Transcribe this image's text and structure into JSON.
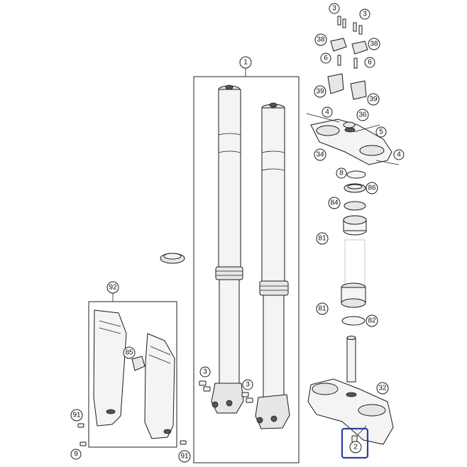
{
  "callouts": {
    "c1": "1",
    "c2": "2",
    "c3a": "3",
    "c3b": "3",
    "c3c": "3",
    "c3d": "3",
    "c4a": "4",
    "c4b": "4",
    "c5": "5",
    "c6a": "6",
    "c6b": "6",
    "c8": "8",
    "c9": "9",
    "c32": "32",
    "c34": "34",
    "c36": "36",
    "c38a": "38",
    "c38b": "38",
    "c39a": "39",
    "c39b": "39",
    "c81a": "81",
    "c81b": "81",
    "c82": "82",
    "c84": "84",
    "c85": "85",
    "c86": "86",
    "c91a": "91",
    "c91b": "91",
    "c92": "92"
  },
  "highlight": {
    "part": "2",
    "color": "#2b3fa0"
  }
}
